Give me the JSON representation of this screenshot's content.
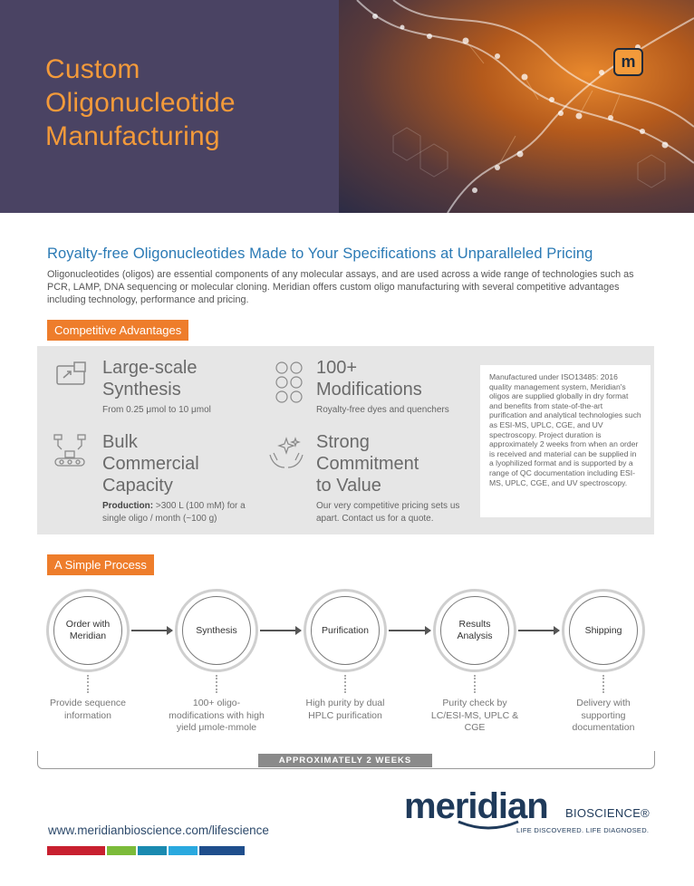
{
  "header": {
    "title_lines": [
      "Custom",
      "Oligonucleotide",
      "Manufacturing"
    ],
    "logo_letter": "m"
  },
  "intro": {
    "subtitle": "Royalty-free Oligonucleotides Made to Your Specifications at Unparalleled Pricing",
    "body": "Oligonucleotides (oligos) are essential components of any molecular assays, and are used across a wide range of technologies such as PCR, LAMP, DNA sequencing or molecular cloning. Meridian offers custom oligo manufacturing with several competitive advantages including technology, performance and pricing."
  },
  "advantages": {
    "tag": "Competitive Advantages",
    "items": [
      {
        "title_lines": [
          "Large-scale",
          "Synthesis"
        ],
        "sub": "From 0.25 μmol to 10 μmol",
        "icon": "flask-scale-icon"
      },
      {
        "title_lines": [
          "100+",
          "Modifications"
        ],
        "sub": "Royalty-free dyes and quenchers",
        "icon": "molecule-grid-icon"
      },
      {
        "title_lines": [
          "Bulk",
          "Commercial",
          "Capacity"
        ],
        "sub_bold": "Production:",
        "sub": " >300 L (100 mM) for a single oligo / month (~100 g)",
        "icon": "conveyor-robot-icon"
      },
      {
        "title_lines": [
          "Strong",
          "Commitment",
          "to Value"
        ],
        "sub": "Our very competitive pricing sets us apart. Contact us for a quote.",
        "icon": "hands-sparkle-icon"
      }
    ],
    "note": "Manufactured under ISO13485: 2016 quality management system, Meridian's oligos are supplied globally in dry format and benefits from state-of-the-art purification and analytical technologies such as ESI-MS, UPLC, CGE, and UV spectroscopy. Project duration is approximately 2 weeks from when an order is received and material can be supplied in a lyophilized format and is supported by a range of QC documentation including ESI-MS, UPLC, CGE, and UV spectroscopy."
  },
  "process": {
    "tag": "A Simple Process",
    "steps": [
      {
        "label": "Order with Meridian",
        "desc": "Provide sequence information"
      },
      {
        "label": "Synthesis",
        "desc": "100+ oligo-modifications with high yield μmole-mmole"
      },
      {
        "label": "Purification",
        "desc": "High purity by dual HPLC purification"
      },
      {
        "label": "Results Analysis",
        "desc": "Purity check by LC/ESI-MS, UPLC & CGE"
      },
      {
        "label": "Shipping",
        "desc": "Delivery with supporting documentation"
      }
    ],
    "duration": "APPROXIMATELY 2 WEEKS"
  },
  "footer": {
    "url": "www.meridianbioscience.com/lifescience",
    "brand_name": "meridian",
    "brand_suffix": "BIOSCIENCE®",
    "brand_tagline": "LIFE DISCOVERED. LIFE DIAGNOSED.",
    "color_bar": [
      "#c8202f",
      "#7cbb3a",
      "#1a8ab0",
      "#2aa9df",
      "#1f4e8c"
    ]
  },
  "colors": {
    "accent_orange": "#ee7d2b",
    "header_purple": "#4a4363",
    "title_blue": "#2b7ab5",
    "brand_navy": "#1f3a5a"
  }
}
